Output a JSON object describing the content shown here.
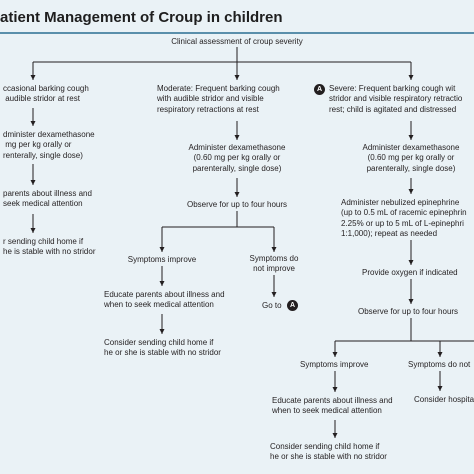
{
  "title": "atient Management of Croup in children",
  "root": "Clinical assessment of croup severity",
  "mild": {
    "severity": "ccasional barking cough\n audible stridor at rest",
    "treatment": "dminister dexamethasone\n mg per kg orally or\nrenterally, single dose)",
    "educate": "parents about illness and\nseek medical attention",
    "home": "r sending child home if\nhe is stable with no stridor"
  },
  "moderate": {
    "severity": "Moderate: Frequent barking cough\nwith audible stridor and visible\nrespiratory retractions at rest",
    "treatment": "Administer dexamethasone\n(0.60 mg per kg orally or\nparenterally, single dose)",
    "observe": "Observe for up to four hours",
    "improve": "Symptoms improve",
    "not_improve": "Symptoms do\nnot improve",
    "educate": "Educate parents about illness and\nwhen to seek medical attention",
    "home": "Consider sending child home if\nhe or she is stable with no stridor",
    "goto": "Go to",
    "goto_badge": "A"
  },
  "severe": {
    "badge": "A",
    "severity": "Severe: Frequent barking cough wit\nstridor and visible respiratory retractio\nrest; child is agitated and distressed",
    "treatment": "Administer dexamethasone\n(0.60 mg per kg orally or\nparenterally, single dose)",
    "epinephrine": "Administer nebulized epinephrine\n(up to 0.5 mL of racemic epinephrin\n2.25% or up to 5 mL of L-epinephri\n1:1,000); repeat as needed",
    "oxygen": "Provide oxygen if indicated",
    "observe": "Observe for up to four hours",
    "improve": "Symptoms improve",
    "not_improve": "Symptoms do not",
    "educate": "Educate parents about illness and\nwhen to seek medical attention",
    "hospital": "Consider hospita",
    "home": "Consider sending child home if\nhe or she is stable with no stridor"
  },
  "colors": {
    "background": "#eaf2f6",
    "title_rule": "#5a8fab",
    "line": "#231f20",
    "text": "#231f20"
  }
}
